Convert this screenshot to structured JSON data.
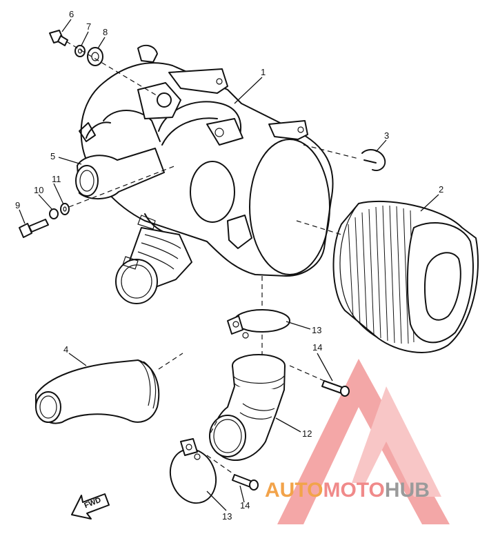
{
  "diagram": {
    "callouts": {
      "c1": "1",
      "c2": "2",
      "c3": "3",
      "c4": "4",
      "c5": "5",
      "c6": "6",
      "c7": "7",
      "c8": "8",
      "c9": "9",
      "c10": "10",
      "c11": "11",
      "c12": "12",
      "c13a": "13",
      "c13b": "13",
      "c14a": "14",
      "c14b": "14"
    },
    "fwd_label": "FWD"
  },
  "watermark": {
    "part1": "AUTO",
    "part2": "MOTO",
    "part3": "HUB",
    "colors": {
      "auto": "#f2a34a",
      "moto": "#f08a8a",
      "hub": "#9a9a9a",
      "logo": "#f08a8a"
    }
  }
}
